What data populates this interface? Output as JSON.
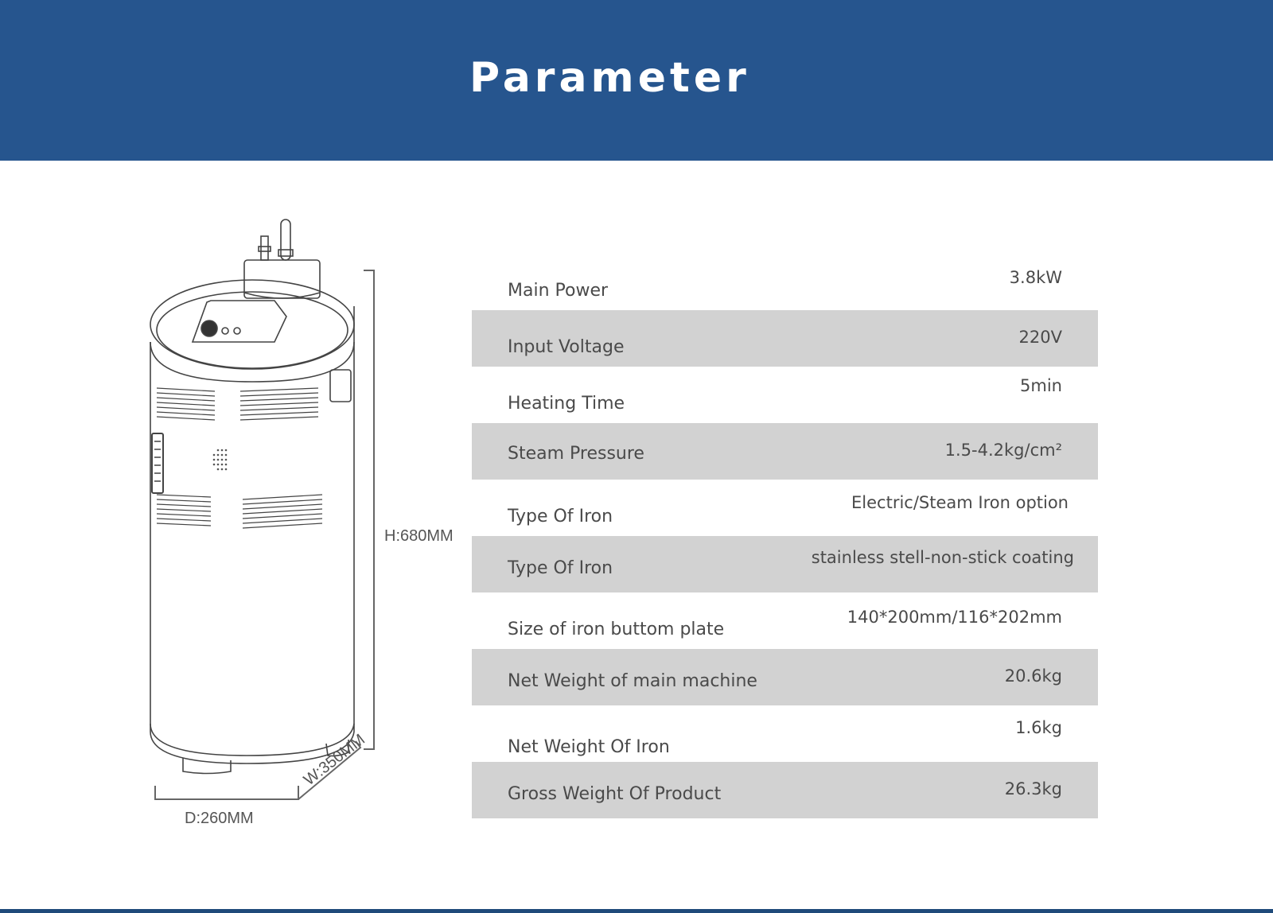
{
  "header": {
    "title": "Parameter",
    "background_color": "#26558e"
  },
  "illustration": {
    "icon": "steam-generator-machine-icon",
    "height_label": "H:680MM",
    "depth_label": "D:260MM",
    "width_label": "W:350MM"
  },
  "specs": [
    {
      "label": "Main Power",
      "value": "3.8kW"
    },
    {
      "label": "Input Voltage",
      "value": "220V"
    },
    {
      "label": "Heating Time",
      "value": "5min"
    },
    {
      "label": "Steam Pressure",
      "value": "1.5-4.2kg/cm²"
    },
    {
      "label": "Type Of Iron",
      "value": "Electric/Steam Iron option"
    },
    {
      "label": "Type Of Iron",
      "value": "stainless stell-non-stick coating"
    },
    {
      "label": "Size of iron buttom plate",
      "value": "140*200mm/116*202mm"
    },
    {
      "label": "Net Weight of main machine",
      "value": "20.6kg"
    },
    {
      "label": "Net Weight Of Iron",
      "value": "1.6kg"
    },
    {
      "label": "Gross Weight Of Product",
      "value": "26.3kg"
    }
  ],
  "colors": {
    "row_shade": "#d2d2d2",
    "footer": "#1f4a7a"
  }
}
